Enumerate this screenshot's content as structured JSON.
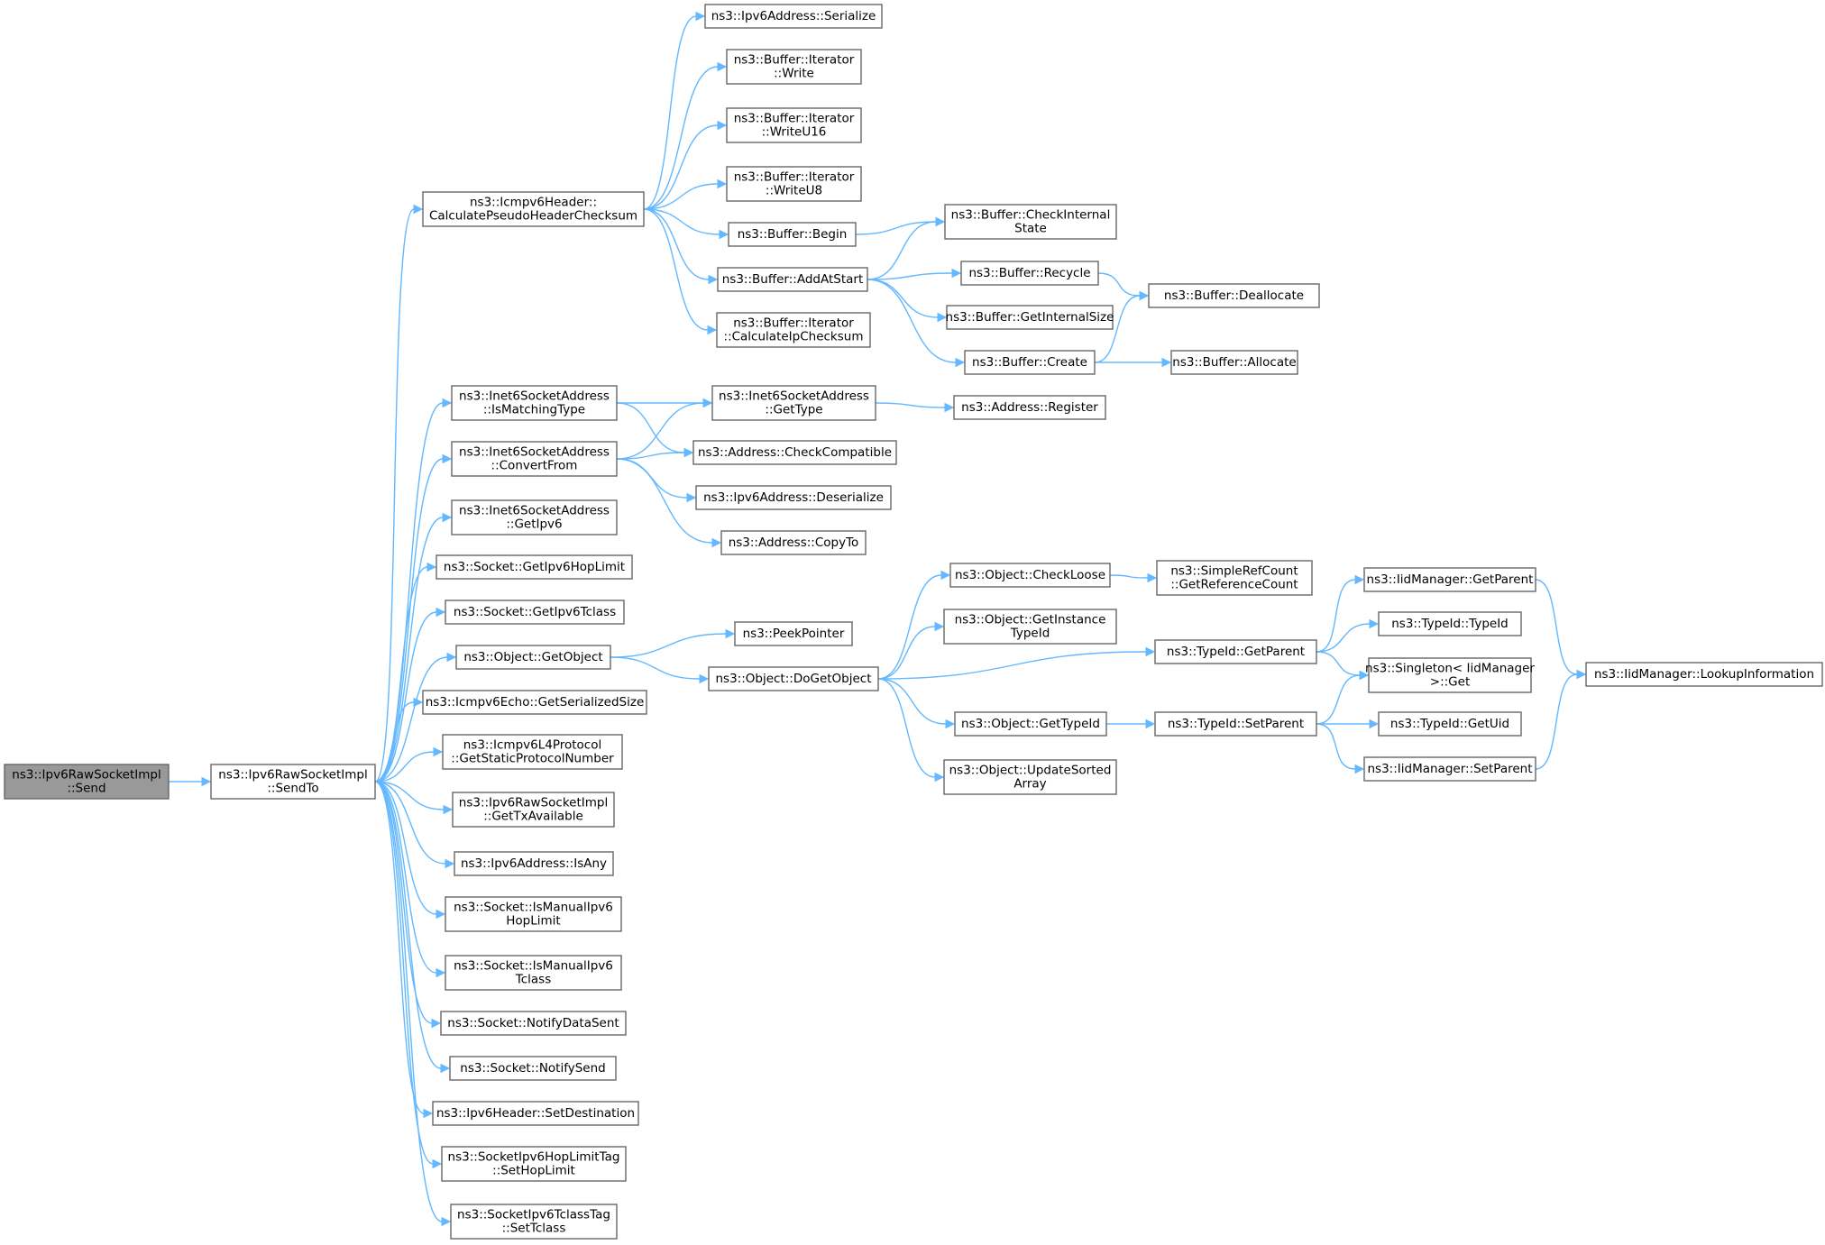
{
  "graph": {
    "colors": {
      "edge": "#63b8ff",
      "node_border": "#666666",
      "root_fill": "#999999",
      "node_fill": "#ffffff"
    },
    "nodes": [
      {
        "id": "n0",
        "lines": [
          "ns3::Ipv6RawSocketImpl",
          "::Send"
        ],
        "root": true
      },
      {
        "id": "n1",
        "lines": [
          "ns3::Ipv6RawSocketImpl",
          "::SendTo"
        ]
      },
      {
        "id": "n2",
        "lines": [
          "ns3::Icmpv6Header::",
          "CalculatePseudoHeaderChecksum"
        ]
      },
      {
        "id": "n3",
        "lines": [
          "ns3::Inet6SocketAddress",
          "::IsMatchingType"
        ]
      },
      {
        "id": "n4",
        "lines": [
          "ns3::Inet6SocketAddress",
          "::ConvertFrom"
        ]
      },
      {
        "id": "n5",
        "lines": [
          "ns3::Inet6SocketAddress",
          "::GetIpv6"
        ]
      },
      {
        "id": "n6",
        "lines": [
          "ns3::Socket::GetIpv6HopLimit"
        ]
      },
      {
        "id": "n7",
        "lines": [
          "ns3::Socket::GetIpv6Tclass"
        ]
      },
      {
        "id": "n8",
        "lines": [
          "ns3::Object::GetObject"
        ]
      },
      {
        "id": "n9",
        "lines": [
          "ns3::Icmpv6Echo::GetSerializedSize"
        ]
      },
      {
        "id": "n10",
        "lines": [
          "ns3::Icmpv6L4Protocol",
          "::GetStaticProtocolNumber"
        ]
      },
      {
        "id": "n11",
        "lines": [
          "ns3::Ipv6RawSocketImpl",
          "::GetTxAvailable"
        ]
      },
      {
        "id": "n12",
        "lines": [
          "ns3::Ipv6Address::IsAny"
        ]
      },
      {
        "id": "n13",
        "lines": [
          "ns3::Socket::IsManualIpv6",
          "HopLimit"
        ]
      },
      {
        "id": "n14",
        "lines": [
          "ns3::Socket::IsManualIpv6",
          "Tclass"
        ]
      },
      {
        "id": "n15",
        "lines": [
          "ns3::Socket::NotifyDataSent"
        ]
      },
      {
        "id": "n16",
        "lines": [
          "ns3::Socket::NotifySend"
        ]
      },
      {
        "id": "n17",
        "lines": [
          "ns3::Ipv6Header::SetDestination"
        ]
      },
      {
        "id": "n18",
        "lines": [
          "ns3::SocketIpv6HopLimitTag",
          "::SetHopLimit"
        ]
      },
      {
        "id": "n19",
        "lines": [
          "ns3::SocketIpv6TclassTag",
          "::SetTclass"
        ]
      },
      {
        "id": "n20",
        "lines": [
          "ns3::Ipv6Address::Serialize"
        ]
      },
      {
        "id": "n21",
        "lines": [
          "ns3::Buffer::Iterator",
          "::Write"
        ]
      },
      {
        "id": "n22",
        "lines": [
          "ns3::Buffer::Iterator",
          "::WriteU16"
        ]
      },
      {
        "id": "n23",
        "lines": [
          "ns3::Buffer::Iterator",
          "::WriteU8"
        ]
      },
      {
        "id": "n24",
        "lines": [
          "ns3::Buffer::Begin"
        ]
      },
      {
        "id": "n25",
        "lines": [
          "ns3::Buffer::AddAtStart"
        ]
      },
      {
        "id": "n26",
        "lines": [
          "ns3::Buffer::Iterator",
          "::CalculateIpChecksum"
        ]
      },
      {
        "id": "n27",
        "lines": [
          "ns3::Inet6SocketAddress",
          "::GetType"
        ]
      },
      {
        "id": "n28",
        "lines": [
          "ns3::Address::CheckCompatible"
        ]
      },
      {
        "id": "n29",
        "lines": [
          "ns3::Ipv6Address::Deserialize"
        ]
      },
      {
        "id": "n30",
        "lines": [
          "ns3::Address::CopyTo"
        ]
      },
      {
        "id": "n31",
        "lines": [
          "ns3::PeekPointer"
        ]
      },
      {
        "id": "n32",
        "lines": [
          "ns3::Object::DoGetObject"
        ]
      },
      {
        "id": "n33",
        "lines": [
          "ns3::Buffer::CheckInternal",
          "State"
        ]
      },
      {
        "id": "n34",
        "lines": [
          "ns3::Buffer::Recycle"
        ]
      },
      {
        "id": "n35",
        "lines": [
          "ns3::Buffer::GetInternalSize"
        ]
      },
      {
        "id": "n36",
        "lines": [
          "ns3::Buffer::Create"
        ]
      },
      {
        "id": "n37",
        "lines": [
          "ns3::Address::Register"
        ]
      },
      {
        "id": "n38",
        "lines": [
          "ns3::Object::CheckLoose"
        ]
      },
      {
        "id": "n39",
        "lines": [
          "ns3::Object::GetInstance",
          "TypeId"
        ]
      },
      {
        "id": "n40",
        "lines": [
          "ns3::Object::GetTypeId"
        ]
      },
      {
        "id": "n41",
        "lines": [
          "ns3::Object::UpdateSorted",
          "Array"
        ]
      },
      {
        "id": "n42",
        "lines": [
          "ns3::Buffer::Deallocate"
        ]
      },
      {
        "id": "n43",
        "lines": [
          "ns3::Buffer::Allocate"
        ]
      },
      {
        "id": "n44",
        "lines": [
          "ns3::SimpleRefCount",
          "::GetReferenceCount"
        ]
      },
      {
        "id": "n45",
        "lines": [
          "ns3::TypeId::GetParent"
        ]
      },
      {
        "id": "n46",
        "lines": [
          "ns3::TypeId::SetParent"
        ]
      },
      {
        "id": "n47",
        "lines": [
          "ns3::IidManager::GetParent"
        ]
      },
      {
        "id": "n48",
        "lines": [
          "ns3::TypeId::TypeId"
        ]
      },
      {
        "id": "n49",
        "lines": [
          "ns3::Singleton< IidManager",
          " >::Get"
        ]
      },
      {
        "id": "n50",
        "lines": [
          "ns3::TypeId::GetUid"
        ]
      },
      {
        "id": "n51",
        "lines": [
          "ns3::IidManager::SetParent"
        ]
      },
      {
        "id": "n52",
        "lines": [
          "ns3::IidManager::LookupInformation"
        ]
      }
    ],
    "edges": [
      [
        "n0",
        "n1"
      ],
      [
        "n1",
        "n2"
      ],
      [
        "n1",
        "n3"
      ],
      [
        "n1",
        "n4"
      ],
      [
        "n1",
        "n5"
      ],
      [
        "n1",
        "n6"
      ],
      [
        "n1",
        "n7"
      ],
      [
        "n1",
        "n8"
      ],
      [
        "n1",
        "n9"
      ],
      [
        "n1",
        "n10"
      ],
      [
        "n1",
        "n11"
      ],
      [
        "n1",
        "n12"
      ],
      [
        "n1",
        "n13"
      ],
      [
        "n1",
        "n14"
      ],
      [
        "n1",
        "n15"
      ],
      [
        "n1",
        "n16"
      ],
      [
        "n1",
        "n17"
      ],
      [
        "n1",
        "n18"
      ],
      [
        "n1",
        "n19"
      ],
      [
        "n2",
        "n20"
      ],
      [
        "n2",
        "n21"
      ],
      [
        "n2",
        "n22"
      ],
      [
        "n2",
        "n23"
      ],
      [
        "n2",
        "n24"
      ],
      [
        "n2",
        "n25"
      ],
      [
        "n2",
        "n26"
      ],
      [
        "n24",
        "n33"
      ],
      [
        "n25",
        "n33"
      ],
      [
        "n25",
        "n34"
      ],
      [
        "n25",
        "n35"
      ],
      [
        "n25",
        "n36"
      ],
      [
        "n34",
        "n42"
      ],
      [
        "n36",
        "n42"
      ],
      [
        "n36",
        "n43"
      ],
      [
        "n3",
        "n27"
      ],
      [
        "n3",
        "n28"
      ],
      [
        "n4",
        "n27"
      ],
      [
        "n4",
        "n28"
      ],
      [
        "n4",
        "n29"
      ],
      [
        "n4",
        "n30"
      ],
      [
        "n27",
        "n37"
      ],
      [
        "n8",
        "n31"
      ],
      [
        "n8",
        "n32"
      ],
      [
        "n32",
        "n38"
      ],
      [
        "n32",
        "n39"
      ],
      [
        "n32",
        "n45"
      ],
      [
        "n32",
        "n40"
      ],
      [
        "n32",
        "n41"
      ],
      [
        "n38",
        "n44"
      ],
      [
        "n40",
        "n46"
      ],
      [
        "n45",
        "n47"
      ],
      [
        "n45",
        "n48"
      ],
      [
        "n45",
        "n49"
      ],
      [
        "n46",
        "n49"
      ],
      [
        "n46",
        "n50"
      ],
      [
        "n46",
        "n51"
      ],
      [
        "n47",
        "n52"
      ],
      [
        "n51",
        "n52"
      ]
    ]
  }
}
